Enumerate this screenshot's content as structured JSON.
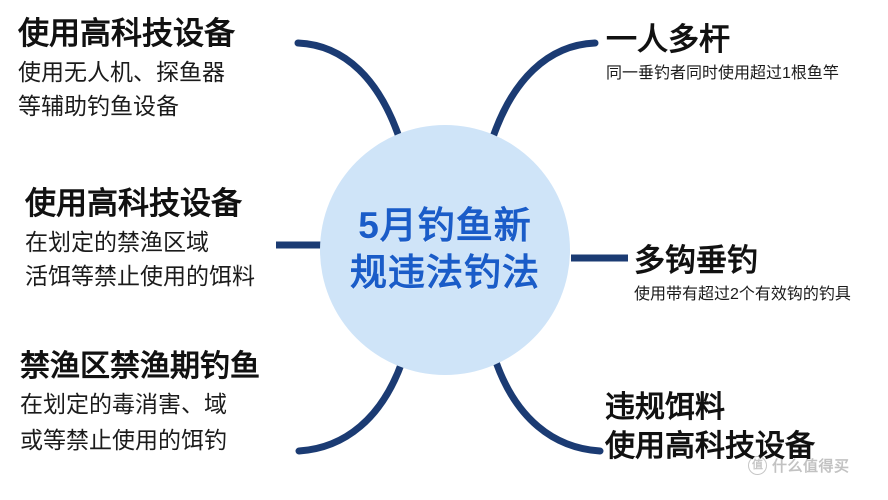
{
  "page": {
    "background_color": "#ffffff",
    "accent_blue": "#1a5cc8",
    "connector_color": "#1b3b73",
    "hub_fill": "#cfe4f8"
  },
  "hub": {
    "name": "center-topic",
    "line1": "5月钓鱼新",
    "line2": "规违法钓法"
  },
  "nodes": {
    "hitech_drone": {
      "title": "使用高科技设备",
      "sub_line1": "使用无人机、探鱼器",
      "sub_line2": "等辅助钓鱼设备"
    },
    "banned_area": {
      "title": "使用高科技设备",
      "sub_line1": "在划定的禁渔区域",
      "sub_line2": "活饵等禁止使用的饵料"
    },
    "closed_season": {
      "title": "禁渔区禁渔期钓鱼",
      "sub_line1": "在划定的毒消害、域",
      "sub_line2": "或等禁止使用的饵钓"
    },
    "multi_rod": {
      "title": "一人多杆",
      "sub_line1": "同一垂钓者同时使用超过1根鱼竿"
    },
    "multi_hook": {
      "title": "多钩垂钓",
      "sub_line1": "使用带有超过2个有效钩的钓具"
    },
    "illegal_bait": {
      "title_line1": "违规饵料",
      "title_line2": "使用高科技设备"
    }
  },
  "watermark": {
    "badge": "值",
    "text": "什么值得买"
  }
}
